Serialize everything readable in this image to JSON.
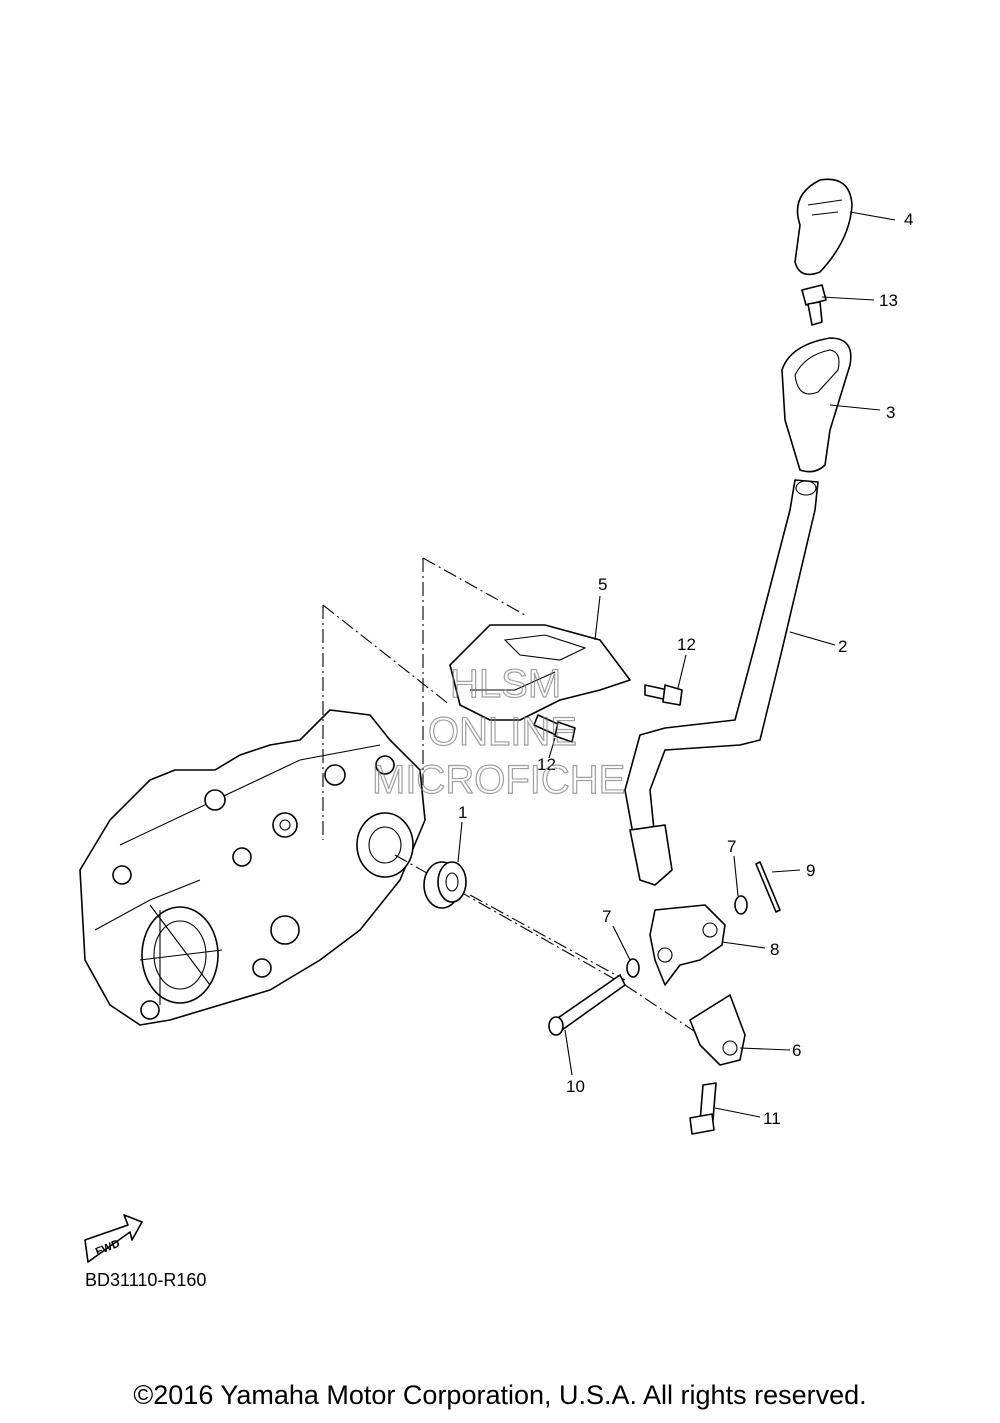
{
  "diagram": {
    "reference_code": "BD31110-R160",
    "copyright": "©2016 Yamaha Motor Corporation, U.S.A. All rights reserved.",
    "fwd_label": "FWD",
    "watermark": [
      "HLSM",
      "ONLINE",
      "MICROFICHE"
    ],
    "callouts": {
      "c1": "1",
      "c2": "2",
      "c3": "3",
      "c4": "4",
      "c5": "5",
      "c6": "6",
      "c7a": "7",
      "c7b": "7",
      "c8": "8",
      "c9": "9",
      "c10": "10",
      "c11": "11",
      "c12a": "12",
      "c12b": "12",
      "c13": "13"
    }
  }
}
